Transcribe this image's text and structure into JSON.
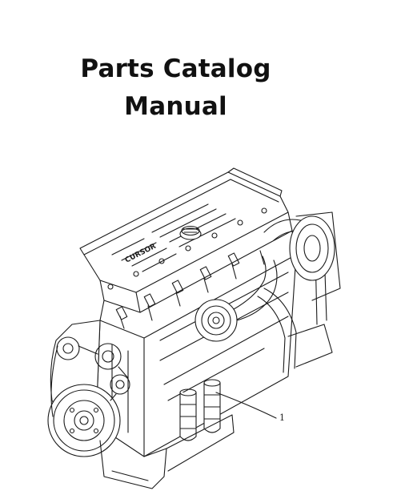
{
  "document": {
    "title_line1": "Parts Catalog",
    "title_line2": "Manual",
    "illustration": {
      "subject": "engine-line-drawing",
      "valve_cover_lettering": "CURSOR",
      "callouts": [
        {
          "number": "1"
        }
      ]
    }
  }
}
